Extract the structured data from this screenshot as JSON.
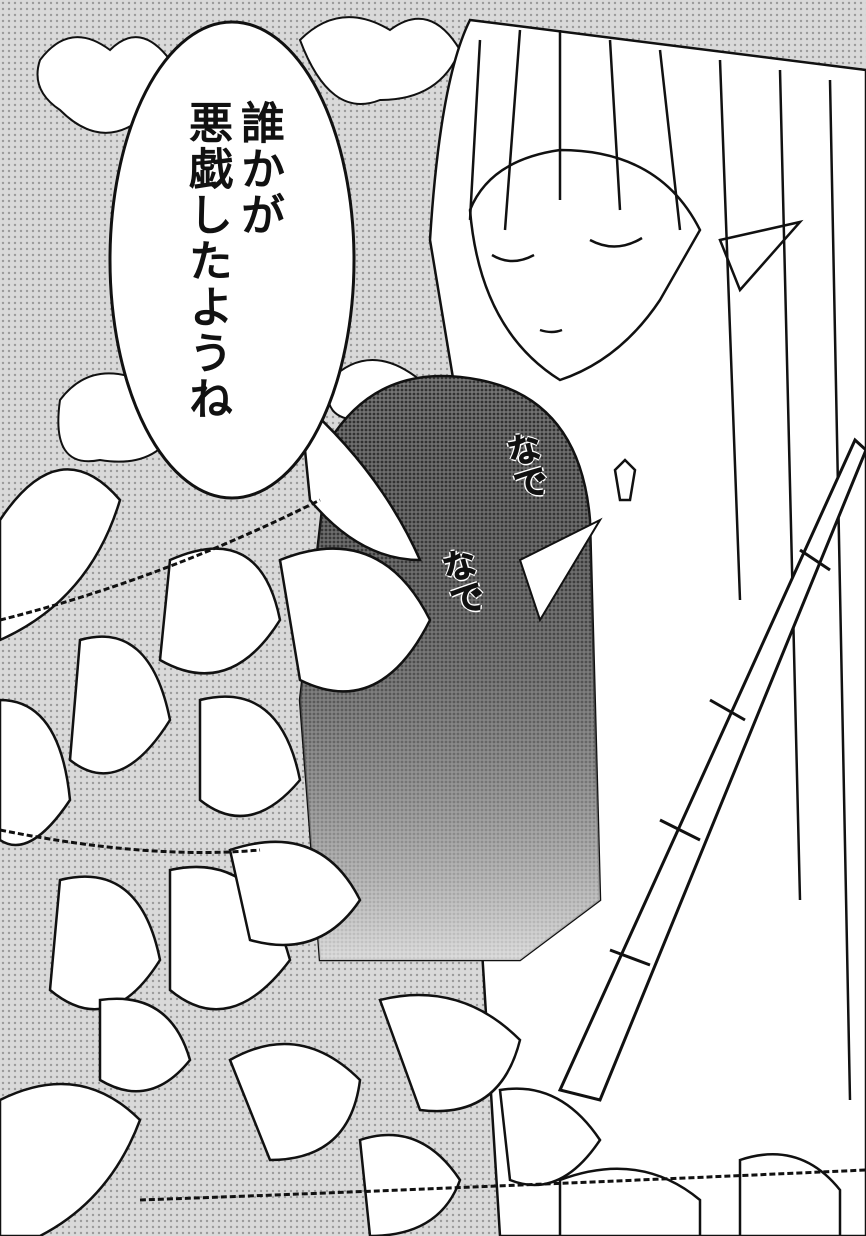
{
  "speech_bubble": {
    "line1": "誰かが",
    "line2": "悪戯したようね"
  },
  "sound_effects": {
    "sfx1": "なで",
    "sfx2": "なで"
  },
  "colors": {
    "sky_tone": "#cfcfcf",
    "ink": "#111111",
    "paper": "#ffffff",
    "hair_tone": "#5a5a5a"
  }
}
